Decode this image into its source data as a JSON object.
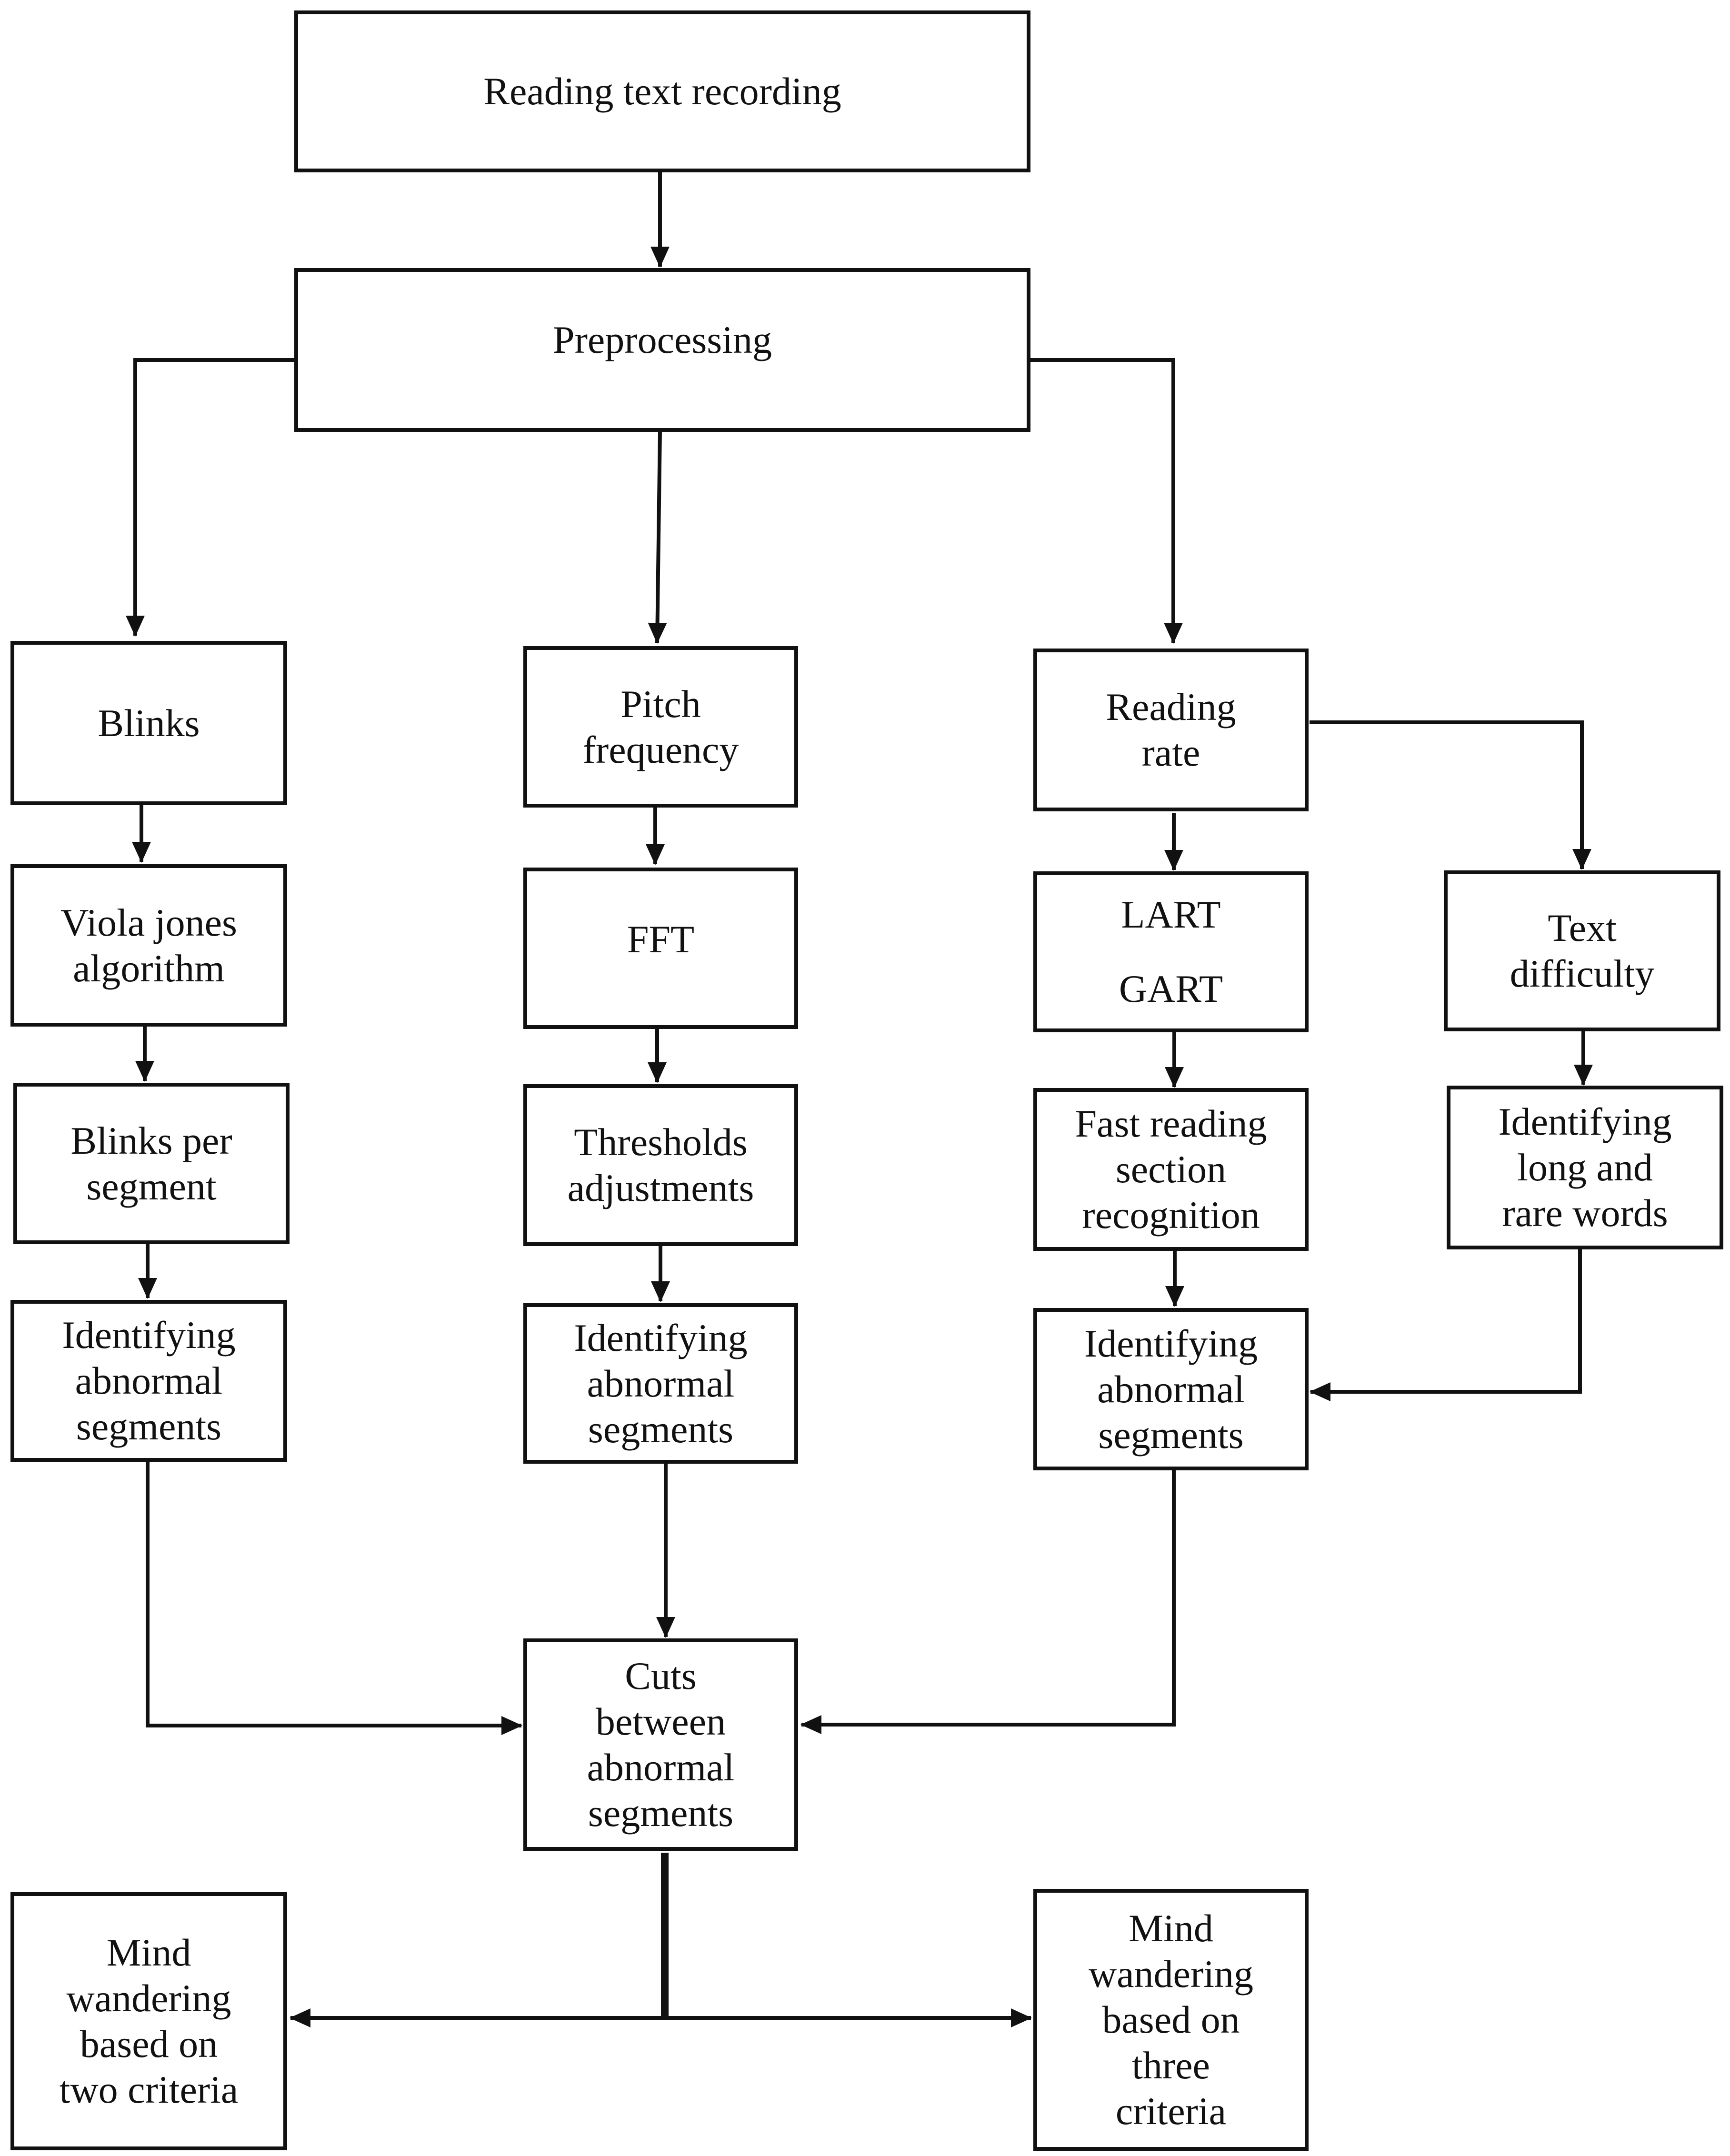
{
  "nodes": {
    "reading_text_recording": {
      "lines": [
        "Reading text recording"
      ]
    },
    "preprocessing": {
      "lines": [
        "Preprocessing"
      ]
    },
    "blinks": {
      "lines": [
        "Blinks"
      ]
    },
    "pitch_frequency": {
      "lines": [
        "Pitch",
        "frequency"
      ]
    },
    "reading_rate": {
      "lines": [
        "Reading",
        "rate"
      ]
    },
    "viola_jones": {
      "lines": [
        "Viola jones",
        "algorithm"
      ]
    },
    "fft": {
      "lines": [
        "FFT"
      ]
    },
    "lart_gart": {
      "lines": [
        "LART",
        "GART"
      ]
    },
    "text_difficulty": {
      "lines": [
        "Text",
        "difficulty"
      ]
    },
    "blinks_per_segment": {
      "lines": [
        "Blinks per",
        "segment"
      ]
    },
    "thresholds_adjustments": {
      "lines": [
        "Thresholds",
        "adjustments"
      ]
    },
    "fast_reading": {
      "lines": [
        "Fast reading",
        "section",
        "recognition"
      ]
    },
    "long_rare_words": {
      "lines": [
        "Identifying",
        "long and",
        "rare words"
      ]
    },
    "abnormal_blinks": {
      "lines": [
        "Identifying",
        "abnormal",
        "segments"
      ]
    },
    "abnormal_pitch": {
      "lines": [
        "Identifying",
        "abnormal",
        "segments"
      ]
    },
    "abnormal_rate": {
      "lines": [
        "Identifying",
        "abnormal",
        "segments"
      ]
    },
    "cuts": {
      "lines": [
        "Cuts",
        "between",
        "abnormal",
        "segments"
      ]
    },
    "mind_two": {
      "lines": [
        "Mind",
        "wandering",
        "based on",
        "two criteria"
      ]
    },
    "mind_three": {
      "lines": [
        "Mind",
        "wandering",
        "based on",
        "three",
        "criteria"
      ]
    }
  }
}
